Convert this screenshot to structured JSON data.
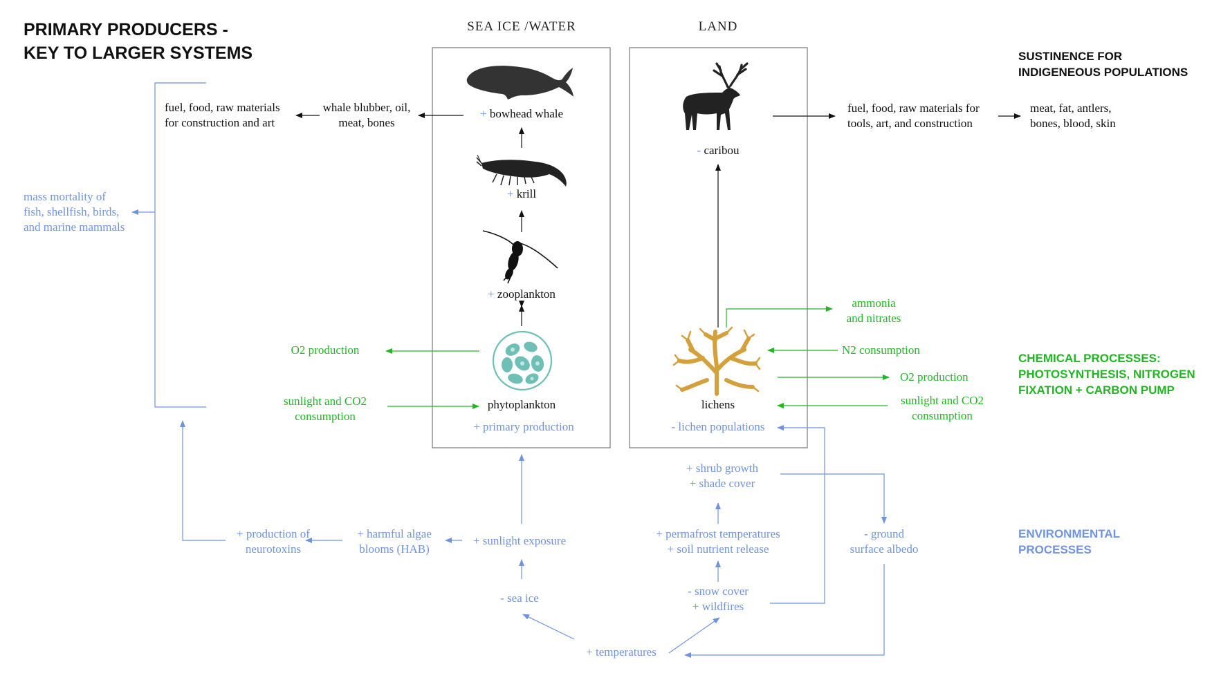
{
  "title": {
    "line1": "PRIMARY PRODUCERS -",
    "line2": "KEY TO LARGER SYSTEMS"
  },
  "columns": {
    "sea": "SEA ICE /WATER",
    "land": "LAND"
  },
  "side_labels": {
    "sustenance": {
      "line1": "SUSTINENCE FOR",
      "line2": "INDIGENEOUS POPULATIONS"
    },
    "chemical": {
      "line1": "CHEMICAL PROCESSES:",
      "line2": "PHOTOSYNTHESIS, NITROGEN",
      "line3": "FIXATION + CARBON PUMP"
    },
    "environmental": {
      "line1": "ENVIRONMENTAL",
      "line2": "PROCESSES"
    }
  },
  "sea_chain": {
    "whale": {
      "sign": "+",
      "label": "bowhead whale"
    },
    "krill": {
      "sign": "+",
      "label": "krill"
    },
    "zooplankton": {
      "sign": "+",
      "label": "zooplankton"
    },
    "phytoplankton": "phytoplankton",
    "primary_production": "+ primary production"
  },
  "land_chain": {
    "caribou": {
      "sign": "-",
      "label": "caribou"
    },
    "lichens": "lichens",
    "lichen_populations": "- lichen populations"
  },
  "whale_products": {
    "line1": "whale blubber, oil,",
    "line2": "meat, bones"
  },
  "whale_uses": {
    "line1": "fuel, food, raw materials",
    "line2": "for construction and art"
  },
  "mass_mortality": {
    "line1": "mass mortality of",
    "line2": "fish, shellfish, birds,",
    "line3": "and marine mammals"
  },
  "caribou_uses": {
    "line1": "fuel, food, raw materials for",
    "line2": "tools, art, and construction"
  },
  "caribou_products": {
    "line1": "meat, fat, antlers,",
    "line2": "bones, blood, skin"
  },
  "chem_sea": {
    "o2": "O2 production",
    "sunlight": {
      "line1": "sunlight and CO2",
      "line2": "consumption"
    }
  },
  "chem_land": {
    "ammonia": {
      "line1": "ammonia",
      "line2": "and nitrates"
    },
    "n2": "N2 consumption",
    "o2": "O2 production",
    "sunlight": {
      "line1": "sunlight and CO2",
      "line2": "consumption"
    }
  },
  "environment": {
    "shrub": {
      "line1": "+ shrub growth",
      "line2": "+ shade cover"
    },
    "permafrost": {
      "line1": "+ permafrost temperatures",
      "line2": "+ soil nutrient release"
    },
    "ground": {
      "line1": "- ground",
      "line2": "surface albedo"
    },
    "snow": {
      "line1": "- snow cover",
      "line2": "+ wildfires"
    },
    "production_neuro": {
      "line1": "+ production of",
      "line2": "neurotoxins"
    },
    "hab": {
      "line1": "+ harmful algae",
      "line2": "blooms (HAB)"
    },
    "sunlight_exposure": "+ sunlight exposure",
    "sea_ice": "- sea ice",
    "temperatures": "+ temperatures"
  },
  "colors": {
    "text": "#111111",
    "environmental": "#6f94dd",
    "chemical": "#22b524",
    "lichen": "#d4a03c",
    "phytoplankton": "#6ec0b6",
    "silhouette": "#222222"
  },
  "icons": [
    "whale-icon",
    "krill-icon",
    "zooplankton-icon",
    "phytoplankton-icon",
    "caribou-icon",
    "lichen-icon"
  ]
}
